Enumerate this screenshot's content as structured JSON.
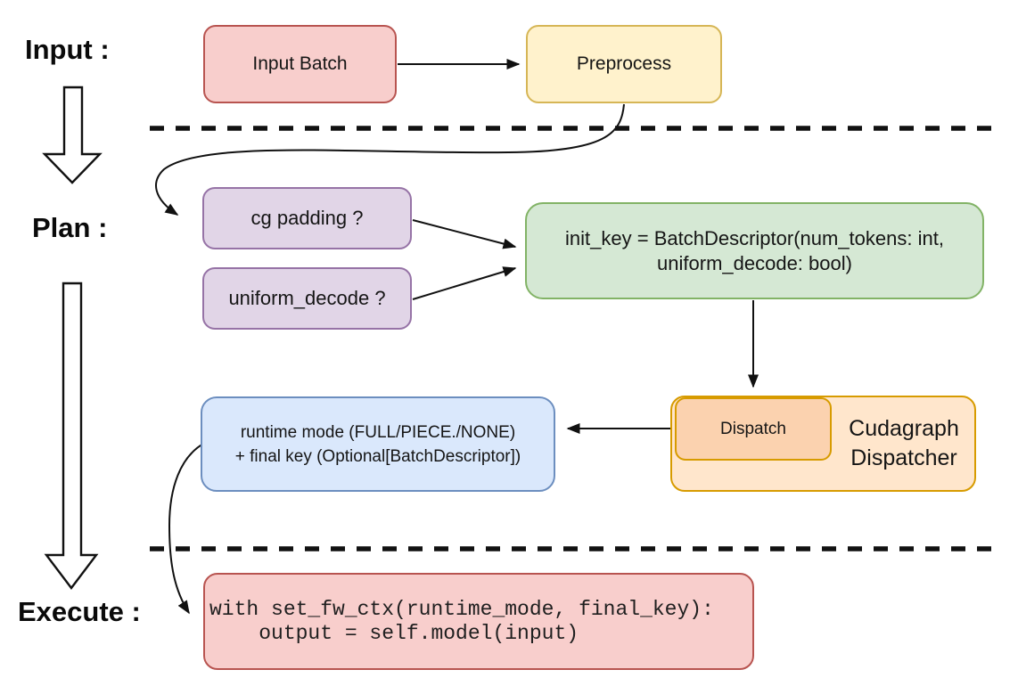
{
  "diagram": {
    "sections": {
      "input": "Input :",
      "plan": "Plan :",
      "execute": "Execute :"
    },
    "nodes": {
      "input_batch": {
        "label": "Input Batch",
        "fill": "#F8CECC",
        "stroke": "#B85450"
      },
      "preprocess": {
        "label": "Preprocess",
        "fill": "#FFF2CC",
        "stroke": "#D6B656"
      },
      "cg_padding": {
        "label": "cg padding ?",
        "fill": "#E1D5E7",
        "stroke": "#9673A6"
      },
      "uniform_decode": {
        "label": "uniform_decode ?",
        "fill": "#E1D5E7",
        "stroke": "#9673A6"
      },
      "init_key": {
        "line1": "init_key = BatchDescriptor(num_tokens: int,",
        "line2": "uniform_decode: bool)",
        "fill": "#D5E8D4",
        "stroke": "#82B366"
      },
      "dispatch": {
        "label": "Dispatch",
        "fill": "#FBD2AF",
        "stroke": "#D79B00"
      },
      "cudagraph_dispatcher": {
        "line1": "Cudagraph",
        "line2": "Dispatcher",
        "fill": "#FFE6CC",
        "stroke": "#D79B00"
      },
      "runtime_mode": {
        "line1": "runtime mode (FULL/PIECE./NONE)",
        "line2": "+ final key (Optional[BatchDescriptor])",
        "fill": "#DAE8FC",
        "stroke": "#6C8EBF"
      },
      "execute_code": {
        "line1": "with set_fw_ctx(runtime_mode, final_key):",
        "line2": "    output = self.model(input)",
        "fill": "#F8CECC",
        "stroke": "#B85450"
      }
    },
    "connector_color": "#111111",
    "background": "#FFFFFF"
  }
}
